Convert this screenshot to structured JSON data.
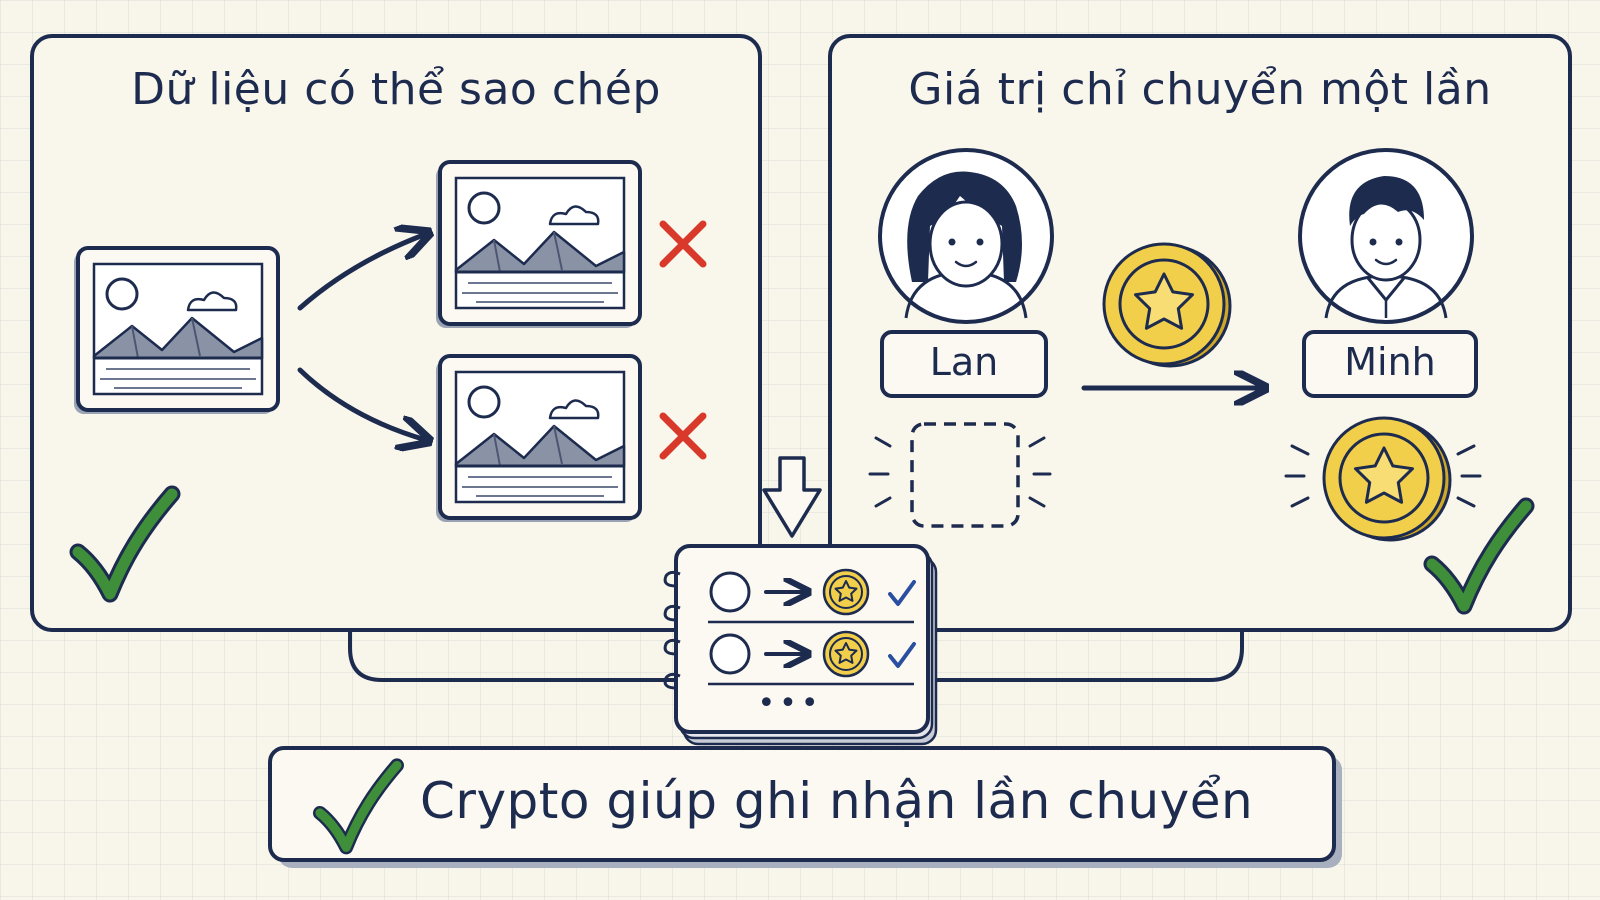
{
  "left_panel": {
    "title": "Dữ liệu có thể sao chép"
  },
  "right_panel": {
    "title": "Giá trị chỉ chuyển một lần",
    "sender": {
      "name": "Lan"
    },
    "receiver": {
      "name": "Minh"
    }
  },
  "ledger": {
    "more": "•••"
  },
  "footer": {
    "text": "Crypto giúp ghi nhận lần chuyển"
  },
  "colors": {
    "ink": "#1d2b4f",
    "check_green": "#3f8f3a",
    "cross_red": "#d8392b",
    "coin_yellow": "#f2cf4a",
    "paper": "#f8f5ea"
  },
  "icons": {
    "original": "landscape-image-icon",
    "copies": [
      "landscape-image-icon",
      "landscape-image-icon"
    ],
    "coin": "star-coin-icon",
    "ledger": "spiral-notebook-icon"
  }
}
